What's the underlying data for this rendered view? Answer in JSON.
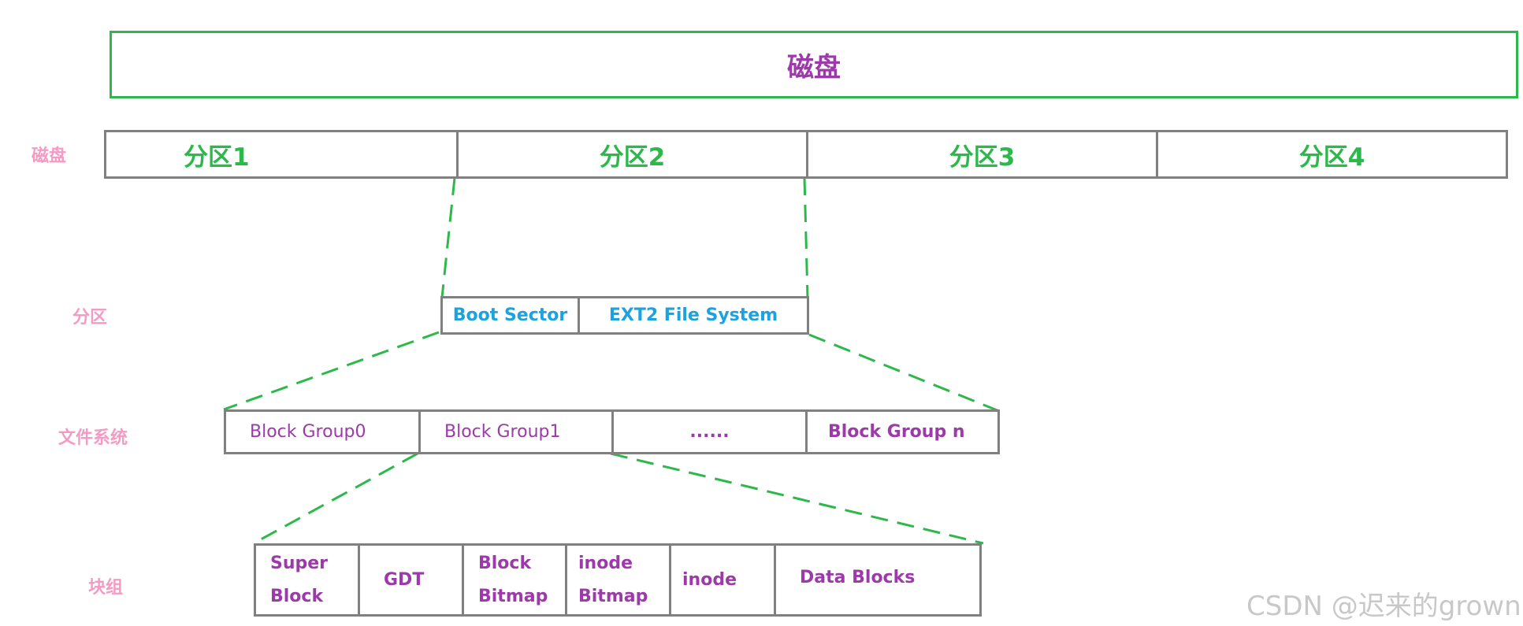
{
  "banner": {
    "label": "磁盘"
  },
  "row_labels": {
    "disk": "磁盘",
    "partition": "分区",
    "filesystem": "文件系统",
    "blockgroup": "块组"
  },
  "partitions": [
    "分区1",
    "分区2",
    "分区3",
    "分区4"
  ],
  "partition_detail": [
    "Boot Sector",
    "EXT2 File System"
  ],
  "block_groups": [
    "Block Group0",
    "Block Group1",
    "......",
    "Block Group n"
  ],
  "block_group_detail": [
    {
      "line1": "Super",
      "line2": "Block"
    },
    {
      "line1": "GDT",
      "line2": ""
    },
    {
      "line1": "Block",
      "line2": "Bitmap"
    },
    {
      "line1": "inode",
      "line2": "Bitmap"
    },
    {
      "line1": "inode",
      "line2": ""
    },
    {
      "line1": "Data Blocks",
      "line2": ""
    }
  ],
  "watermark": "CSDN @迟来的grown",
  "colors": {
    "green": "#2db84b",
    "purple": "#9b3aa8",
    "pink": "#f39bc4",
    "blue": "#1aa3e0",
    "gray": "#808080"
  }
}
